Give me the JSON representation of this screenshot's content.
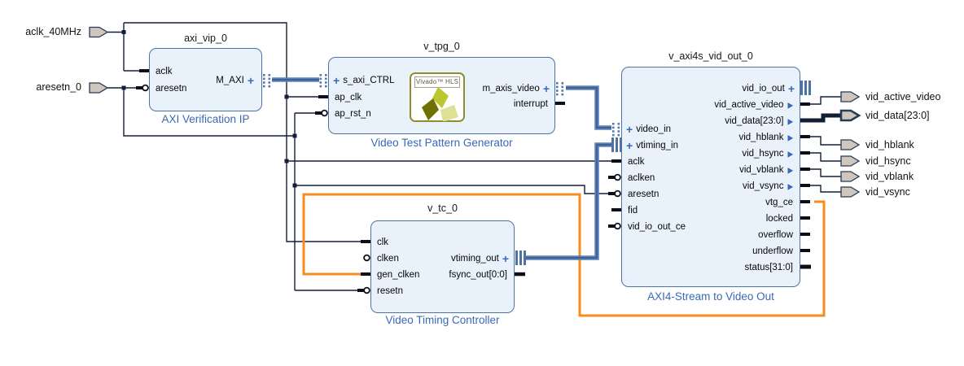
{
  "icons": {
    "expand": "+",
    "out_arrow": "▶"
  },
  "colors": {
    "block_fill": "#e9f1fb",
    "block_border": "#4d73a3",
    "net_wire": "#131f38",
    "interface_bus": "#5c80b8",
    "data_bus": "#111e33",
    "feedback_orange": "#f68b1e",
    "type_label_blue": "#3a68b8",
    "port_fill": "#cfc6bd"
  },
  "external_ports": {
    "aclk_40mhz": "aclk_40MHz",
    "aresetn_0": "aresetn_0",
    "vid_active_video": "vid_active_video",
    "vid_data": "vid_data[23:0]",
    "vid_hblank": "vid_hblank",
    "vid_hsync": "vid_hsync",
    "vid_vblank": "vid_vblank",
    "vid_vsync": "vid_vsync"
  },
  "blocks": {
    "axi_vip": {
      "title": "axi_vip_0",
      "type_label": "AXI Verification IP",
      "pins": {
        "aclk": "aclk",
        "aresetn": "aresetn",
        "m_axi": "M_AXI"
      }
    },
    "v_tpg": {
      "title": "v_tpg_0",
      "type_label": "Video Test Pattern Generator",
      "logo": "Vivado™ HLS",
      "pins": {
        "s_axi_ctrl": "s_axi_CTRL",
        "ap_clk": "ap_clk",
        "ap_rst_n": "ap_rst_n",
        "m_axis_video": "m_axis_video",
        "interrupt": "interrupt"
      }
    },
    "v_axi4s_vid_out": {
      "title": "v_axi4s_vid_out_0",
      "type_label": "AXI4-Stream to Video Out",
      "pins": {
        "video_in": "video_in",
        "vtiming_in": "vtiming_in",
        "aclk": "aclk",
        "aclken": "aclken",
        "aresetn": "aresetn",
        "fid": "fid",
        "vid_io_out_ce": "vid_io_out_ce",
        "vid_io_out": "vid_io_out",
        "vid_active_video": "vid_active_video",
        "vid_data": "vid_data[23:0]",
        "vid_hblank": "vid_hblank",
        "vid_hsync": "vid_hsync",
        "vid_vblank": "vid_vblank",
        "vid_vsync": "vid_vsync",
        "vtg_ce": "vtg_ce",
        "locked": "locked",
        "overflow": "overflow",
        "underflow": "underflow",
        "status": "status[31:0]"
      }
    },
    "v_tc": {
      "title": "v_tc_0",
      "type_label": "Video Timing Controller",
      "pins": {
        "clk": "clk",
        "clken": "clken",
        "gen_clken": "gen_clken",
        "resetn": "resetn",
        "vtiming_out": "vtiming_out",
        "fsync_out": "fsync_out[0:0]"
      }
    }
  }
}
